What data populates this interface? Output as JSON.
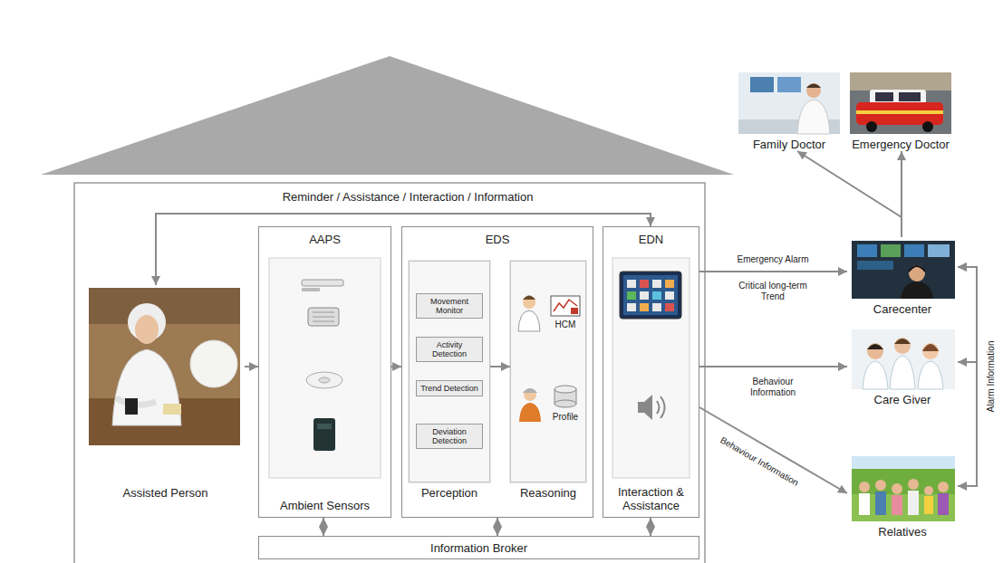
{
  "diagram": {
    "nodes": [
      {
        "text": [
          "Assisted Person"
        ]
      },
      {
        "text": [
          "AAPS",
          "Ambient Sensors"
        ]
      },
      {
        "text": [
          "EDS"
        ]
      },
      {
        "text": [
          "Perception"
        ],
        "in": 2
      },
      {
        "text": [
          "Movement Monitor"
        ],
        "in": 3
      },
      {
        "text": [
          "Activity Detection"
        ],
        "in": 3
      },
      {
        "text": [
          "Trend Detection"
        ],
        "in": 3
      },
      {
        "text": [
          "Deviation Detection"
        ],
        "in": 3
      },
      {
        "text": [
          "Reasoning"
        ],
        "in": 2
      },
      {
        "text": [
          "EDN",
          "Interaction & Assistance"
        ]
      },
      {
        "text": [
          "Information Broker"
        ]
      },
      {
        "text": [
          "Family Doctor"
        ]
      },
      {
        "text": [
          "Emergency Doctor"
        ]
      },
      {
        "text": [
          "Carecenter"
        ]
      },
      {
        "text": [
          "Care Giver"
        ]
      },
      {
        "text": [
          "Relatives"
        ]
      }
    ],
    "edges": [
      {
        "from": 0,
        "to": 9,
        "arrow": "both",
        "label": "Reminder / Assistance / Interaction / Information"
      },
      {
        "from": 0,
        "to": 1,
        "arrow": "to"
      },
      {
        "from": 1,
        "to": 2,
        "arrow": "to"
      },
      {
        "from": 3,
        "to": 8,
        "arrow": "to"
      },
      {
        "from": 1,
        "to": 10,
        "arrow": "both"
      },
      {
        "from": 2,
        "to": 10,
        "arrow": "both"
      },
      {
        "from": 9,
        "to": 10,
        "arrow": "both"
      },
      {
        "from": 9,
        "to": 13,
        "arrow": "to",
        "label": "Emergency Alarm"
      },
      {
        "from": 9,
        "to": 14,
        "arrow": "to",
        "label": "Behaviour Information"
      },
      {
        "from": 9,
        "to": 15,
        "arrow": "to",
        "label": "Behaviour Information"
      },
      {
        "from": 13,
        "to": 11,
        "arrow": "to"
      },
      {
        "from": 13,
        "to": 12,
        "arrow": "to"
      },
      {
        "from": 13,
        "to": 14,
        "arrow": "both",
        "label": "Alarm Information"
      },
      {
        "from": 13,
        "to": 15,
        "arrow": "both"
      }
    ],
    "labels": [
      "Critical long-term Trend",
      "HCM",
      "Profile"
    ]
  }
}
